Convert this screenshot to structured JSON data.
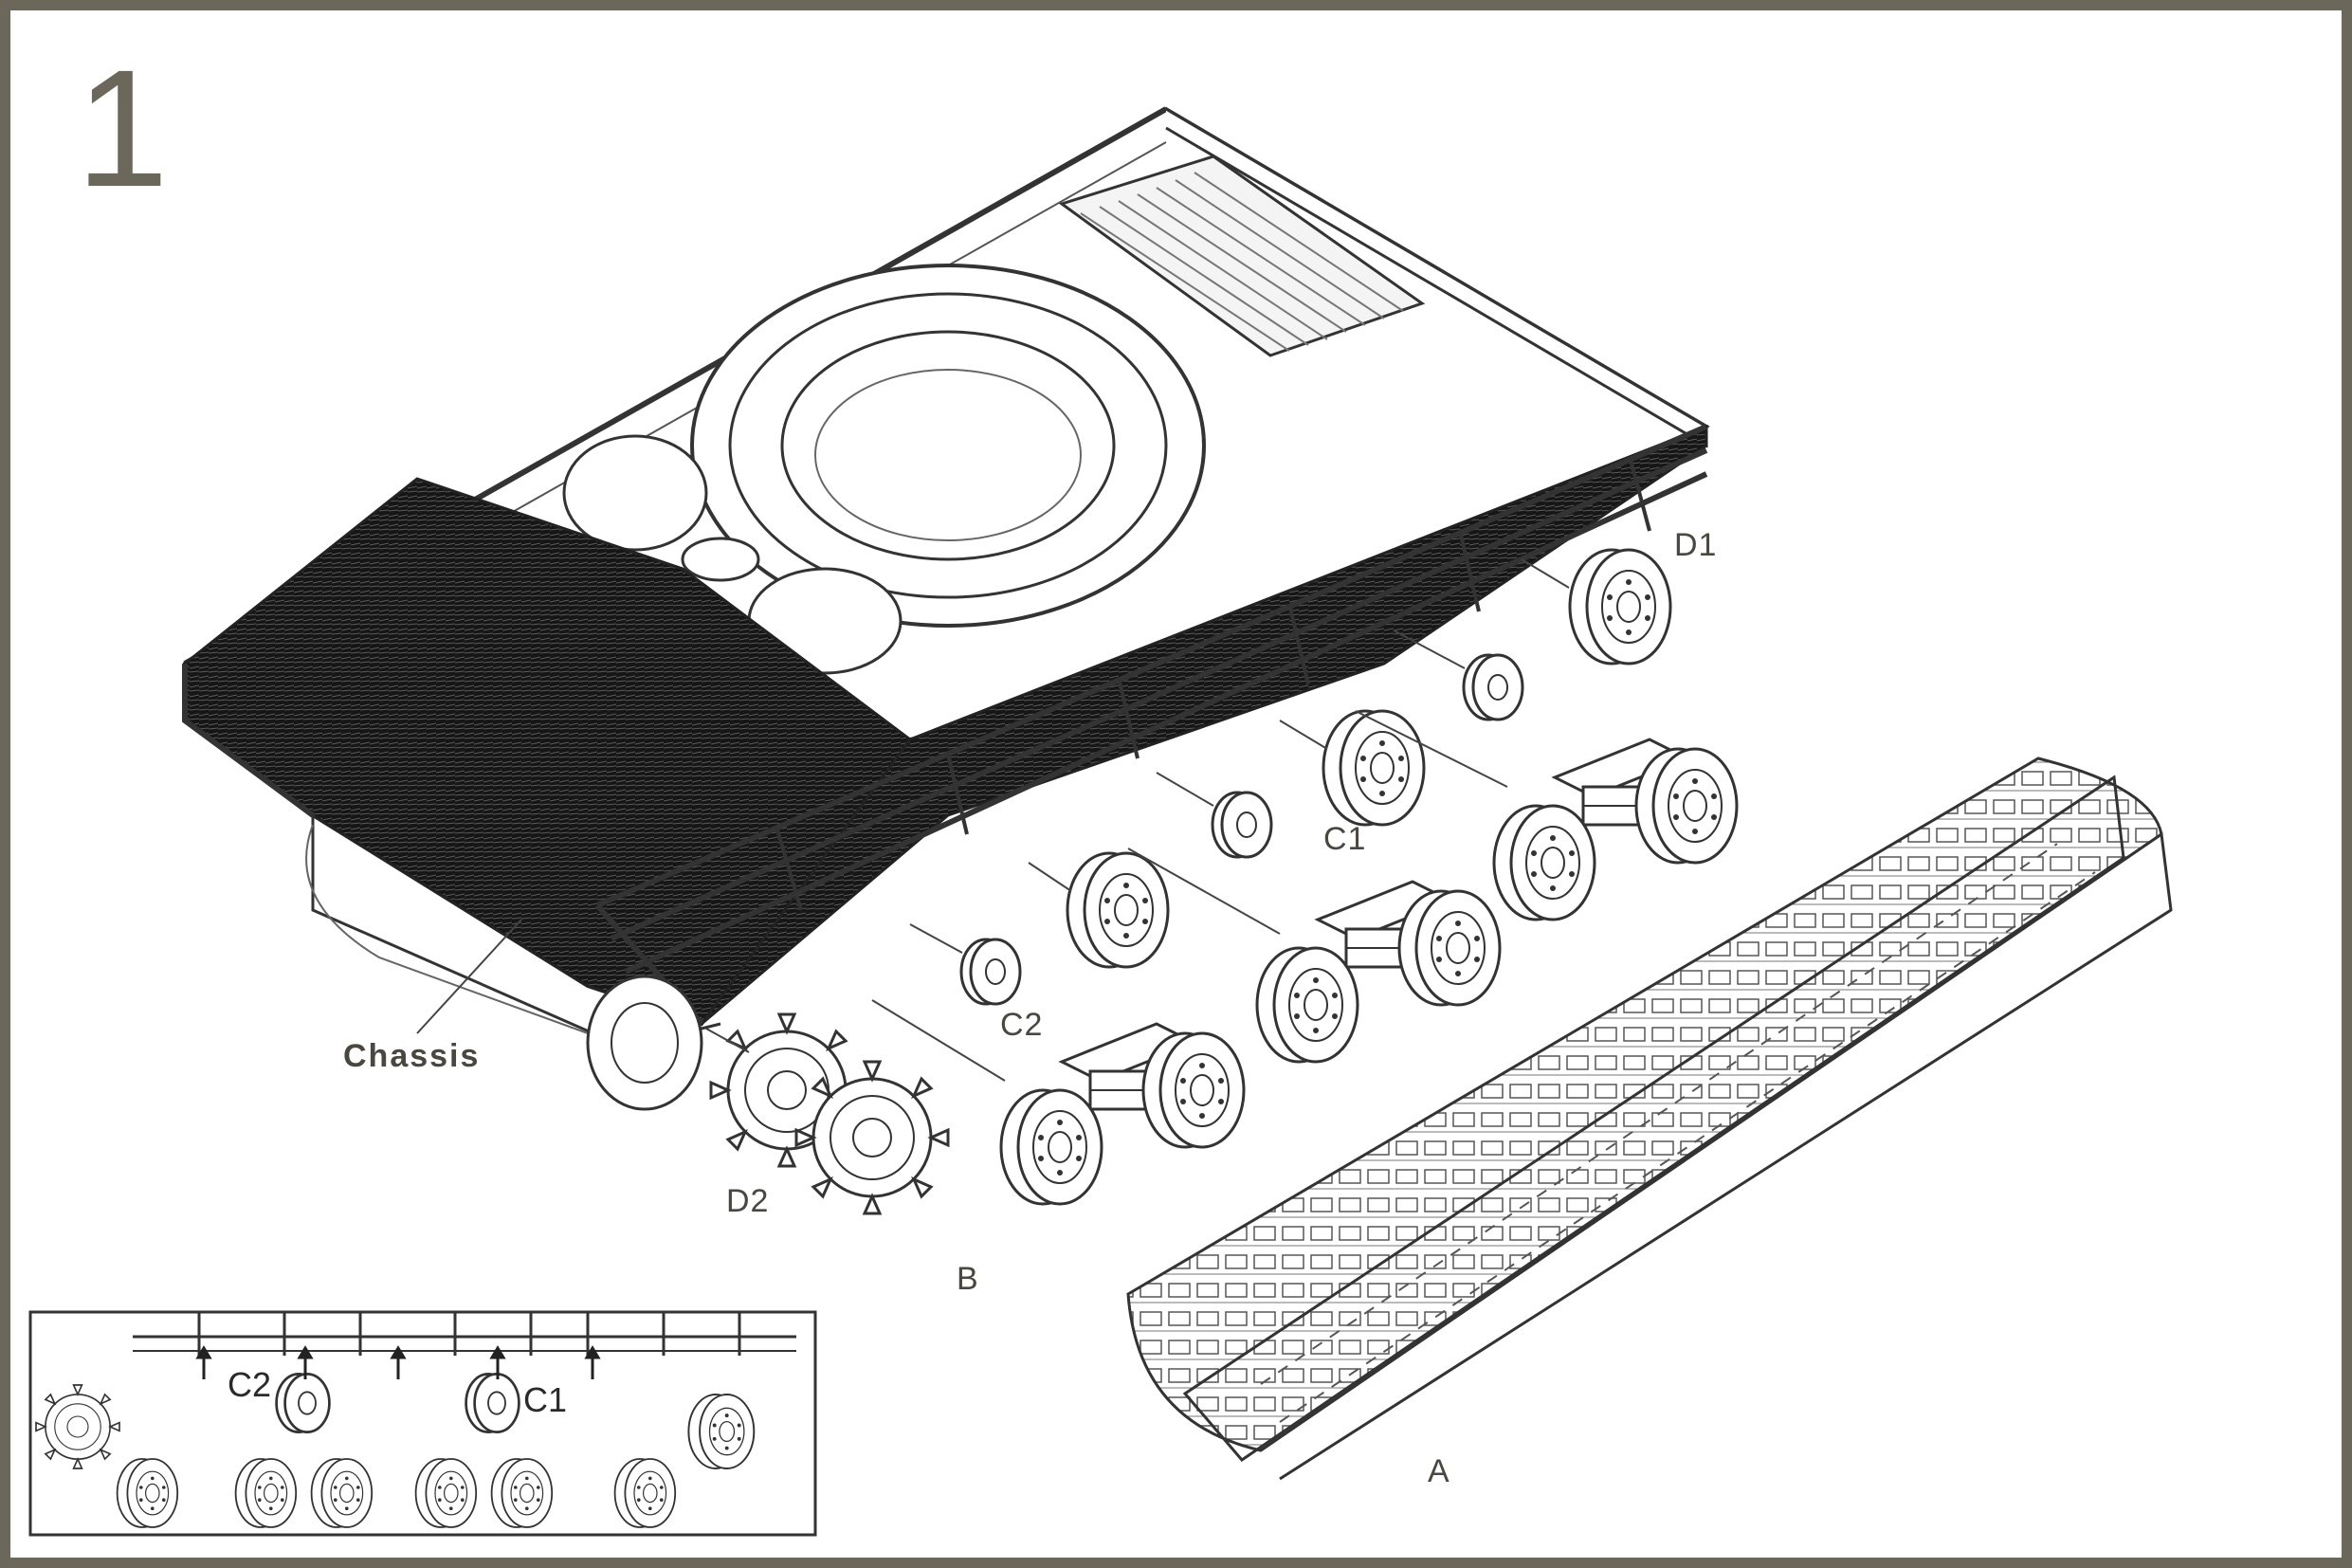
{
  "step": {
    "number": "1"
  },
  "labels": {
    "chassis": "Chassis",
    "d1": "D1",
    "c1": "C1",
    "c2": "C2",
    "d2": "D2",
    "b": "B",
    "a": "A"
  },
  "inset": {
    "c2": "C2",
    "c1": "C1"
  },
  "colors": {
    "frame": "#6b675a",
    "line": "#3a3a3a",
    "fill_dark": "#1b1b1b"
  }
}
